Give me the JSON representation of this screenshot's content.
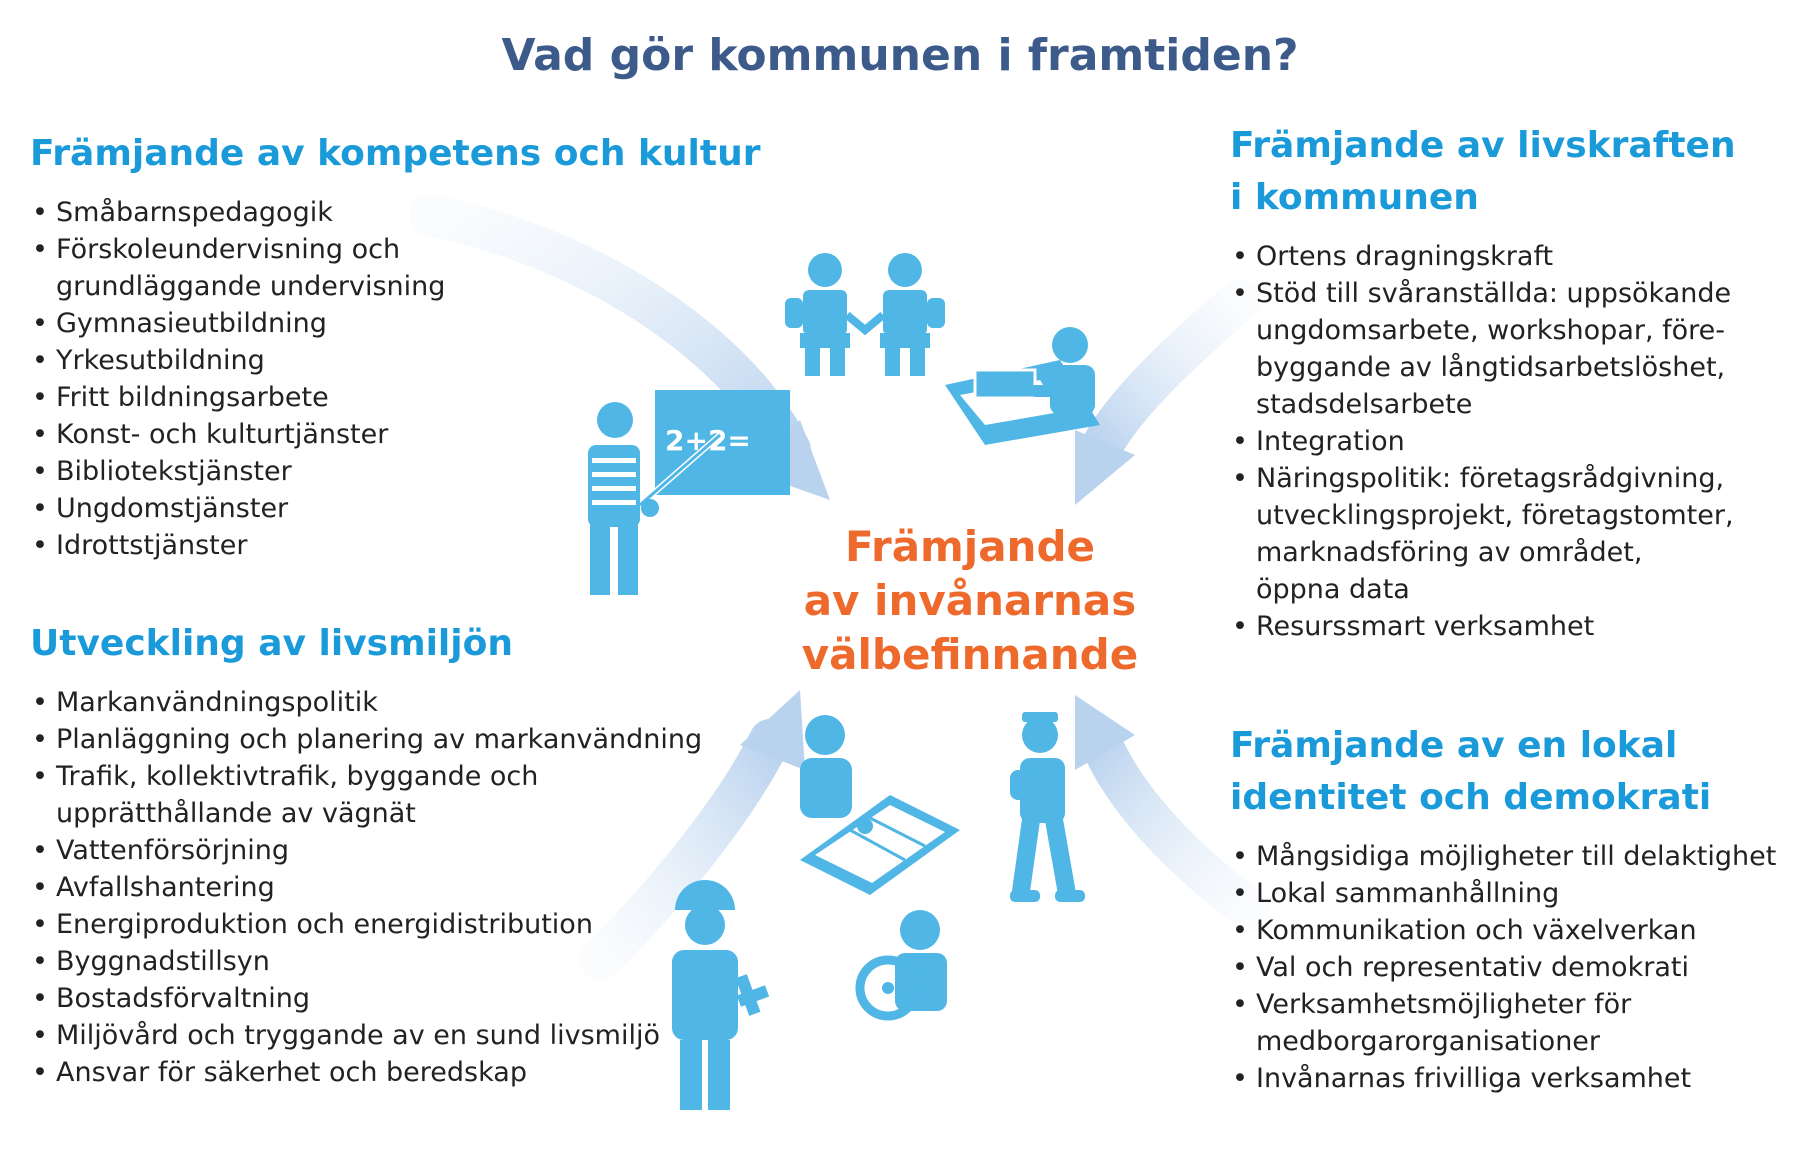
{
  "title": "Vad gör kommunen i framtiden?",
  "center": {
    "lines": [
      "Främjande",
      "av invånarnas",
      "välbefinnande"
    ]
  },
  "sections": {
    "competence": {
      "heading": "Främjande av kompetens och kultur",
      "items": [
        "Småbarnspedagogik",
        "Förskoleundervisning och",
        "grundläggande undervisning",
        "Gymnasieutbildning",
        "Yrkesutbildning",
        "Fritt bildningsarbete",
        "Konst- och kulturtjänster",
        "Bibliotekstjänster",
        "Ungdomstjänster",
        "Idrottstjänster"
      ]
    },
    "environment": {
      "heading": "Utveckling av livsmiljön",
      "items": [
        "Markanvändningspolitik",
        "Planläggning och planering av markanvändning",
        "Trafik, kollektivtrafik, byggande och",
        "upprätthållande av vägnät",
        "Vattenförsörjning",
        "Avfallshantering",
        "Energiproduktion och energidistribution",
        "Byggnadstillsyn",
        "Bostadsförvaltning",
        "Miljövård och tryggande av en sund livsmiljö",
        "Ansvar för säkerhet och beredskap"
      ]
    },
    "vitality": {
      "heading_lines": [
        "Främjande av livskraften",
        "i kommunen"
      ],
      "items": [
        "Ortens dragningskraft",
        "Stöd till svåranställda: uppsökande",
        "ungdomsarbete, workshopar, före-",
        "byggande av långtidsarbetslöshet,",
        "stadsdelsarbete",
        "Integration",
        "Näringspolitik: företagsrådgivning,",
        "utvecklingsprojekt, företagstomter,",
        "marknadsföring av området,",
        "öppna data",
        "Resurssmart verksamhet"
      ]
    },
    "identity": {
      "heading_lines": [
        "Främjande av en lokal",
        "identitet och demokrati"
      ],
      "items": [
        "Mångsidiga möjligheter till delaktighet",
        "Lokal sammanhållning",
        "Kommunikation och växelverkan",
        "Val och representativ demokrati",
        "Verksamhetsmöjligheter för",
        "medborgarorganisationer",
        "Invånarnas frivilliga verksamhet"
      ]
    }
  },
  "board_text": "2+2=",
  "colors": {
    "title": "#3d5b8a",
    "heading": "#1a9ad9",
    "center": "#ee6a2c",
    "figure": "#4fb6e6",
    "arrow": "#c9dcf1"
  },
  "icons": [
    "teacher-icon",
    "children-holding-hands-icon",
    "office-worker-icon",
    "planner-with-map-icon",
    "walking-person-icon",
    "construction-worker-icon",
    "driver-icon"
  ]
}
